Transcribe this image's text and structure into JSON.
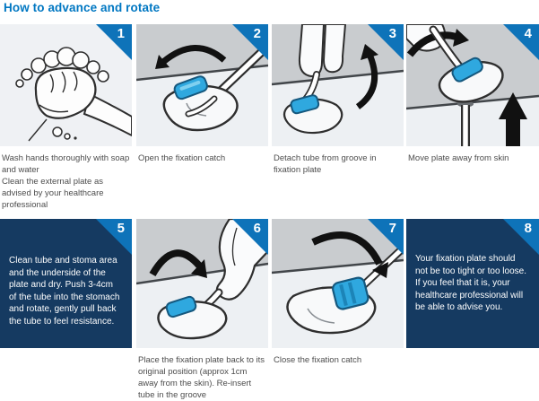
{
  "page": {
    "title": "How to advance and rotate"
  },
  "colors": {
    "title_blue": "#0077C2",
    "badge_blue": "#0E73B9",
    "box_navy": "#153A61",
    "catch_cyan": "#2FA8DF",
    "caption_gray": "#4D4D4D"
  },
  "panels": [
    {
      "number": "1",
      "type": "image",
      "illustration": "wash-hands",
      "caption_line1": "Wash hands thoroughly with soap and water",
      "caption_line2": "Clean the external plate as advised by your healthcare professional"
    },
    {
      "number": "2",
      "type": "image",
      "illustration": "open-fixation-catch",
      "caption": "Open the fixation catch"
    },
    {
      "number": "3",
      "type": "image",
      "illustration": "detach-tube",
      "caption": "Detach tube from groove in fixation plate"
    },
    {
      "number": "4",
      "type": "image",
      "illustration": "move-plate-away",
      "caption": "Move plate away from skin"
    },
    {
      "number": "5",
      "type": "text",
      "text": "Clean tube and stoma area and the underside of the plate and dry. Push 3-4cm of the tube into the stomach and rotate, gently pull back the tube to feel resistance."
    },
    {
      "number": "6",
      "type": "image",
      "illustration": "place-plate-back",
      "caption": "Place the fixation plate back to its original position (approx 1cm away from the skin). Re-insert tube in the groove"
    },
    {
      "number": "7",
      "type": "image",
      "illustration": "close-fixation-catch",
      "caption": "Close the fixation catch"
    },
    {
      "number": "8",
      "type": "text",
      "text": "Your fixation plate should not be too tight or too loose. If you feel that it is, your healthcare professional will be able to advise you."
    }
  ]
}
